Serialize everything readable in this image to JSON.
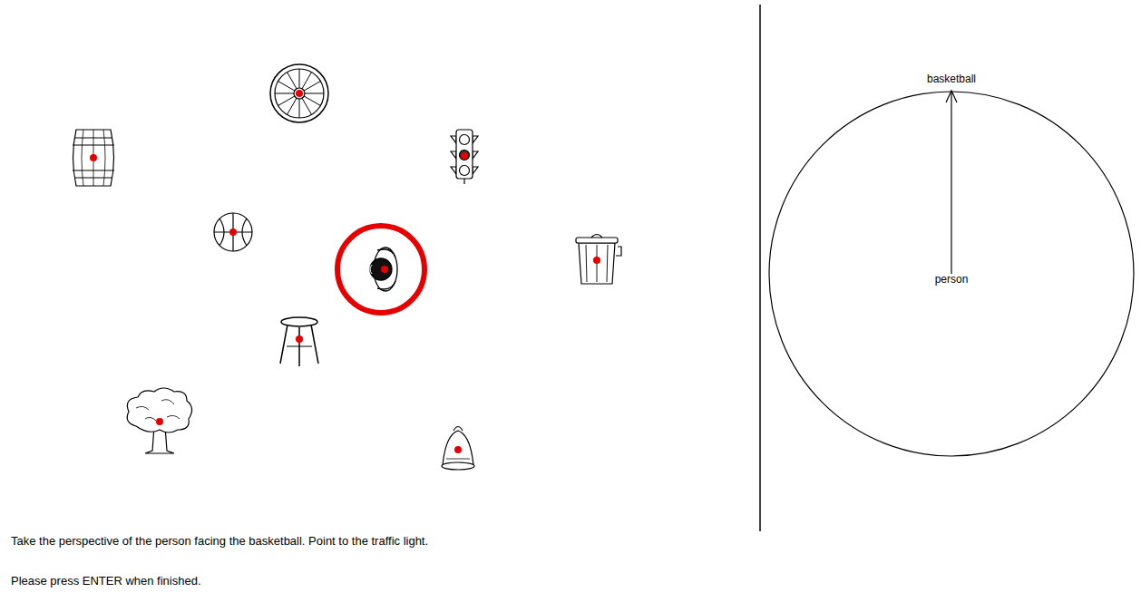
{
  "diagram": {
    "nodes": [
      {
        "text": [
          "basketball",
          "person"
        ]
      }
    ],
    "labels": [
      "Take the perspective of the person facing the basketball. Point to the traffic light.",
      "Please press ENTER when finished."
    ]
  }
}
